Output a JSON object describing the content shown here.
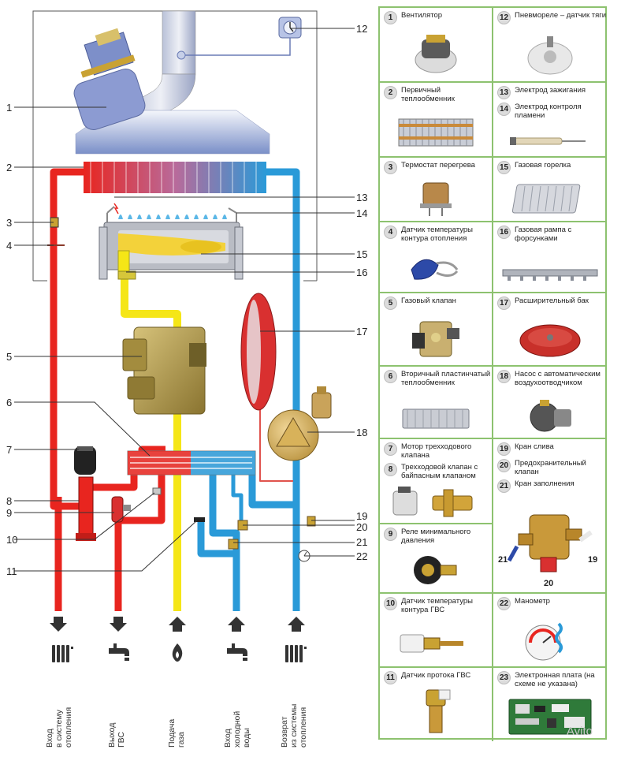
{
  "callouts": [
    "1",
    "2",
    "3",
    "4",
    "5",
    "6",
    "7",
    "8",
    "9",
    "10",
    "11",
    "12",
    "13",
    "14",
    "15",
    "16",
    "17",
    "18",
    "19",
    "20",
    "21",
    "22"
  ],
  "bottom_labels": {
    "heating_out": [
      "Вход",
      "в систему",
      "отопления"
    ],
    "dhw_out": [
      "Выход",
      "ГВС"
    ],
    "gas_in": [
      "Подача",
      "газа"
    ],
    "cold_in": [
      "Вход",
      "холодной",
      "воды"
    ],
    "heating_return": [
      "Возврат",
      "из системы",
      "отопления"
    ]
  },
  "legend": [
    {
      "entries": [
        {
          "num": "1",
          "text": "Вентилятор"
        }
      ]
    },
    {
      "entries": [
        {
          "num": "12",
          "text": "Пневмореле – датчик тяги"
        }
      ]
    },
    {
      "entries": [
        {
          "num": "2",
          "text": "Первичный теплообменник"
        }
      ]
    },
    {
      "entries": [
        {
          "num": "13",
          "text": "Электрод зажигания"
        },
        {
          "num": "14",
          "text": "Электрод контроля пламени"
        }
      ]
    },
    {
      "entries": [
        {
          "num": "3",
          "text": "Термостат перегрева"
        }
      ]
    },
    {
      "entries": [
        {
          "num": "15",
          "text": "Газовая горелка"
        }
      ]
    },
    {
      "entries": [
        {
          "num": "4",
          "text": "Датчик температуры контура отопления"
        }
      ]
    },
    {
      "entries": [
        {
          "num": "16",
          "text": "Газовая рампа с форсунками"
        }
      ]
    },
    {
      "entries": [
        {
          "num": "5",
          "text": "Газовый клапан"
        }
      ]
    },
    {
      "entries": [
        {
          "num": "17",
          "text": "Расширительный бак"
        }
      ]
    },
    {
      "entries": [
        {
          "num": "6",
          "text": "Вторичный пластинчатый теплообменник"
        }
      ]
    },
    {
      "entries": [
        {
          "num": "18",
          "text": "Насос с автоматическим воздухоотводчиком"
        }
      ]
    },
    {
      "entries": [
        {
          "num": "7",
          "text": "Мотор трехходового клапана"
        },
        {
          "num": "8",
          "text": "Трехходовой клапан с байпасным клапаном"
        }
      ]
    },
    {
      "entries": [
        {
          "num": "19",
          "text": "Кран слива"
        },
        {
          "num": "20",
          "text": "Предохранительный клапан"
        },
        {
          "num": "21",
          "text": "Кран заполнения"
        }
      ]
    },
    {
      "entries": [
        {
          "num": "9",
          "text": "Реле минимального давления"
        }
      ]
    },
    {
      "entries": [
        {
          "num": "10",
          "text": "Датчик температуры контура ГВС"
        }
      ]
    },
    {
      "entries": [
        {
          "num": "22",
          "text": "Манометр"
        }
      ]
    },
    {
      "entries": [
        {
          "num": "11",
          "text": "Датчик протока ГВС"
        }
      ]
    },
    {
      "entries": [
        {
          "num": "23",
          "text": "Электронная плата (на схеме не указана)"
        }
      ]
    }
  ],
  "valve_photo_labels": {
    "left": "21",
    "right": "19",
    "bottom": "20"
  },
  "watermark": "Avito",
  "colors": {
    "hot": "#e8251f",
    "cold": "#2a9ad8",
    "gas": "#f5e617",
    "legend_border": "#8dc26f",
    "tank": "#d93030"
  }
}
